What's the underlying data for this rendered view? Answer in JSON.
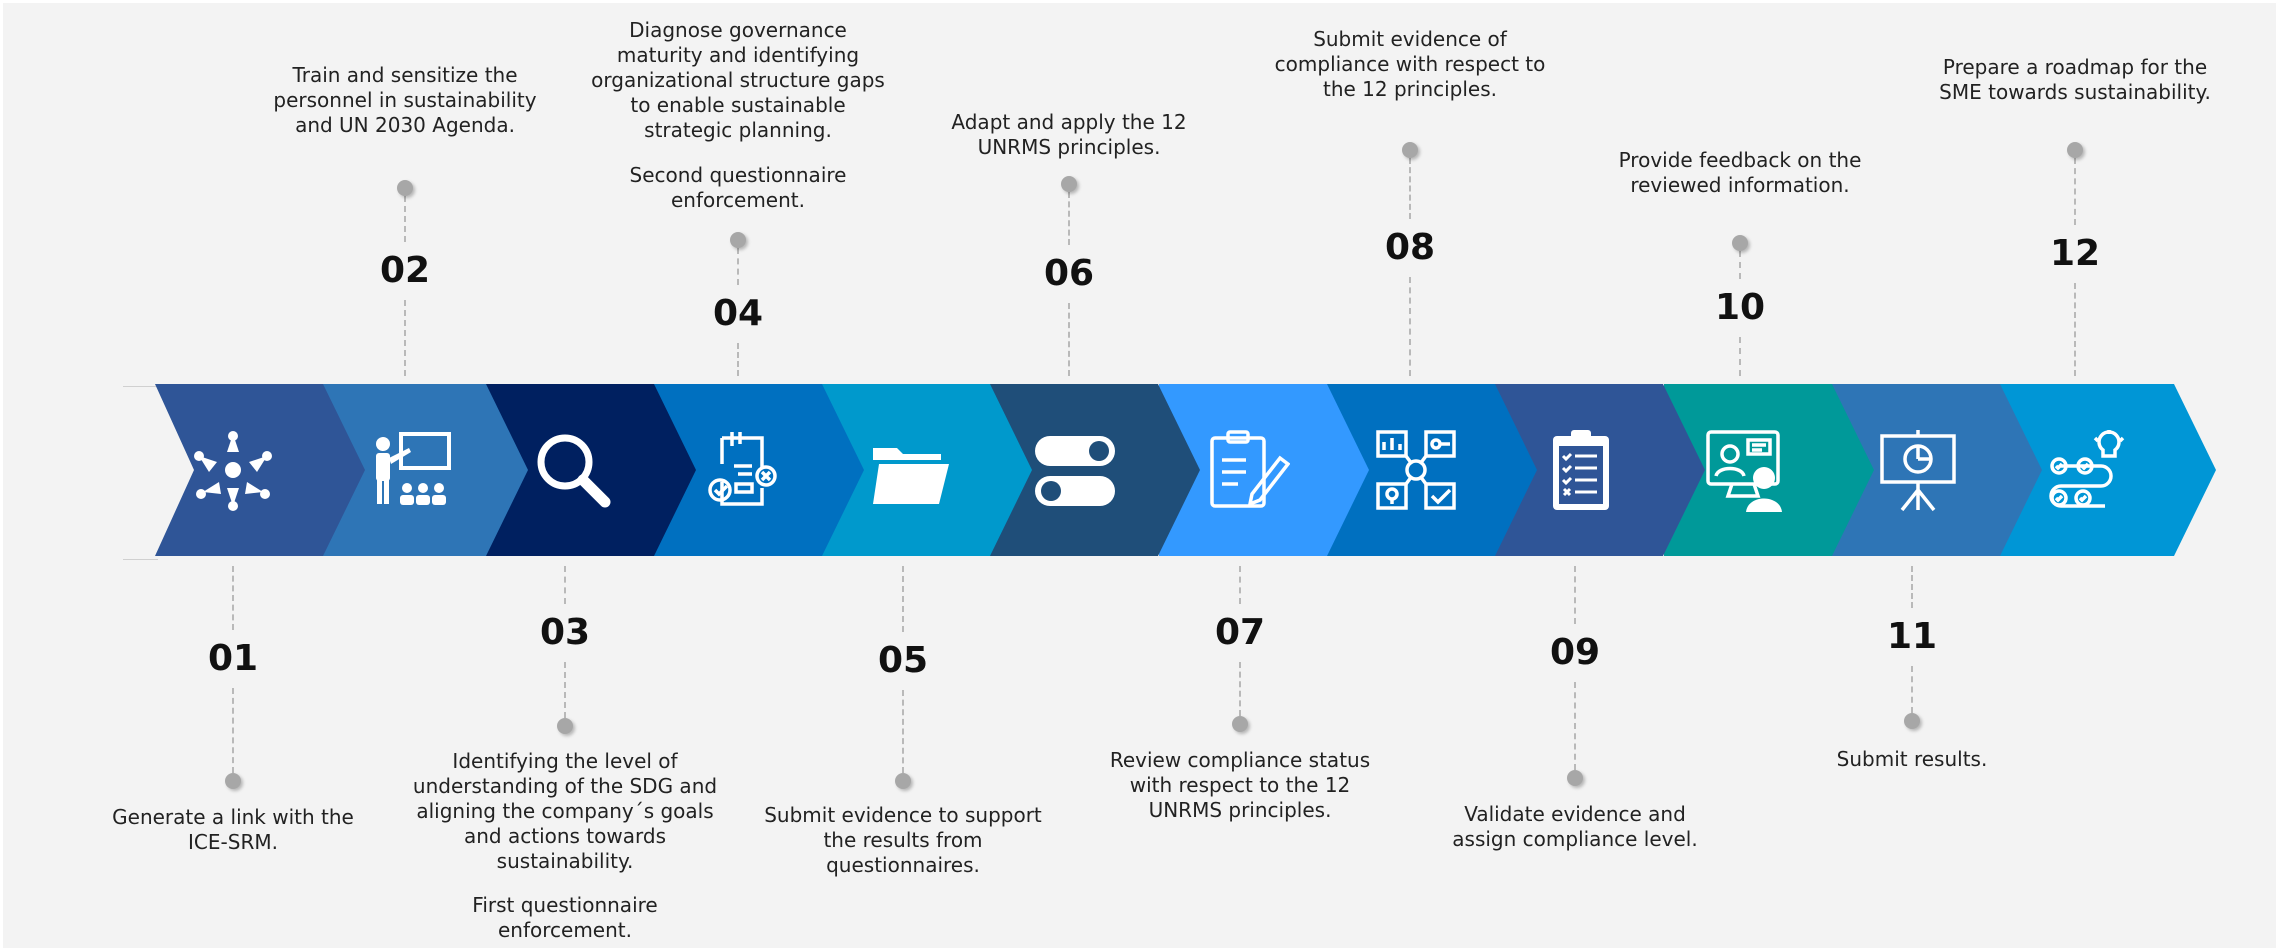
{
  "colors": {
    "background": "#f3f3f3",
    "chevrons": [
      "#2f5597",
      "#2e75b6",
      "#002060",
      "#0070c0",
      "#0099cc",
      "#1f4e79",
      "#3399ff",
      "#0070c0",
      "#2f5597",
      "#009999",
      "#2e75b6",
      "#0096d6"
    ],
    "icon": "#ffffff"
  },
  "steps": [
    {
      "number": "01",
      "icon": "hands-circle-icon",
      "text": [
        "Generate a link with the",
        "ICE-SRM."
      ]
    },
    {
      "number": "02",
      "icon": "presentation-training-icon",
      "text": [
        "Train and sensitize the",
        "personnel in sustainability",
        "and UN 2030 Agenda."
      ]
    },
    {
      "number": "03",
      "icon": "magnifier-icon",
      "text": [
        "Identifying the level of",
        "understanding of the SDG and",
        "aligning the company´s goals",
        "and actions towards",
        "sustainability."
      ],
      "text2": [
        "First questionnaire",
        "enforcement."
      ]
    },
    {
      "number": "04",
      "icon": "clipboard-check-icon",
      "text": [
        "Diagnose governance",
        "maturity and identifying",
        "organizational structure gaps",
        "to enable sustainable",
        "strategic planning."
      ],
      "text2": [
        "Second questionnaire",
        "enforcement."
      ]
    },
    {
      "number": "05",
      "icon": "folder-icon",
      "text": [
        "Submit evidence to support",
        "the results from",
        "questionnaires."
      ]
    },
    {
      "number": "06",
      "icon": "toggle-switches-icon",
      "text": [
        "Adapt and apply the 12",
        "UNRMS principles."
      ]
    },
    {
      "number": "07",
      "icon": "document-pen-icon",
      "text": [
        "Review compliance status",
        "with respect to the 12",
        "UNRMS principles."
      ]
    },
    {
      "number": "08",
      "icon": "strategy-gear-icon",
      "text": [
        "Submit evidence of",
        "compliance with respect to",
        "the 12 principles."
      ]
    },
    {
      "number": "09",
      "icon": "checklist-clipboard-icon",
      "text": [
        "Validate evidence and",
        "assign compliance level."
      ]
    },
    {
      "number": "10",
      "icon": "video-meeting-icon",
      "text": [
        "Provide feedback on the",
        "reviewed information."
      ]
    },
    {
      "number": "11",
      "icon": "presentation-chart-icon",
      "text": [
        "Submit results."
      ]
    },
    {
      "number": "12",
      "icon": "roadmap-idea-icon",
      "text": [
        "Prepare a roadmap for the",
        "SME towards sustainability."
      ]
    }
  ]
}
